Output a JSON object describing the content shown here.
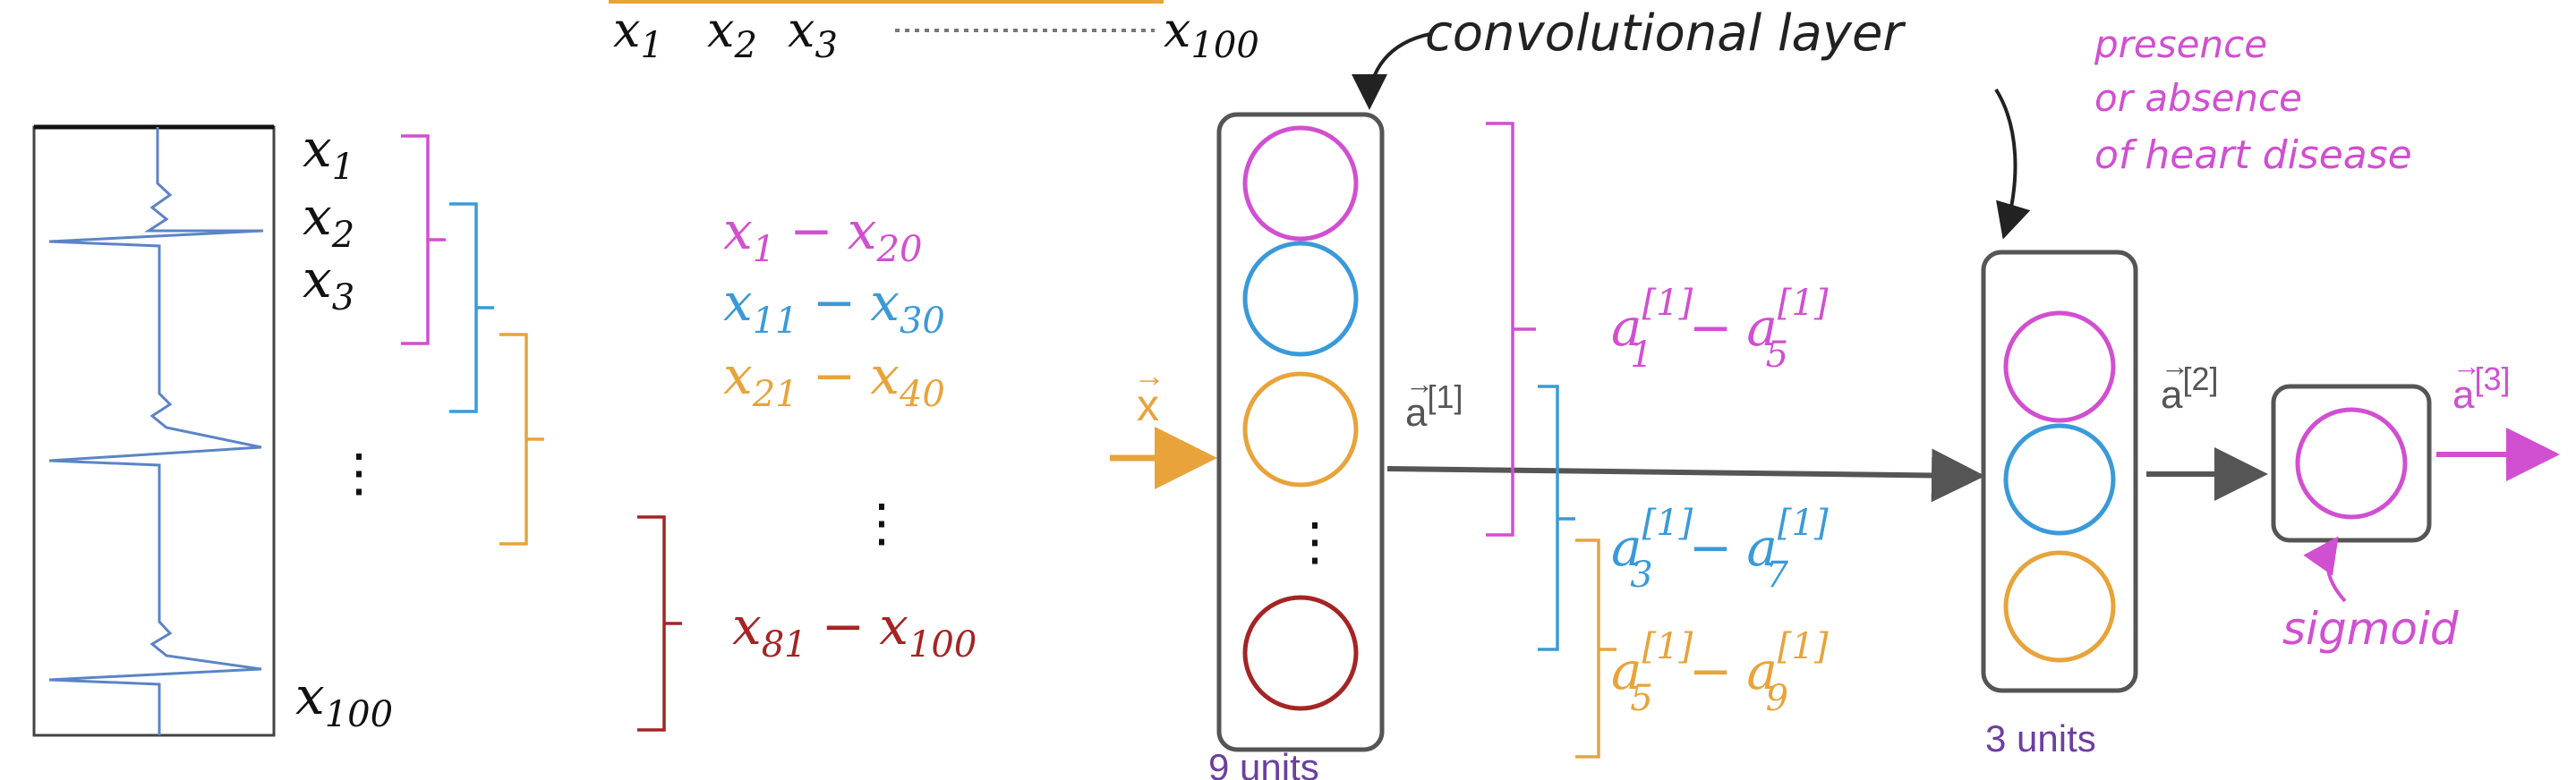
{
  "top_sequence": {
    "x1": "x",
    "x1_sub": "1",
    "x2": "x",
    "x2_sub": "2",
    "x3": "x",
    "x3_sub": "3",
    "x100": "x",
    "x100_sub": "100"
  },
  "signal_labels": [
    {
      "base": "x",
      "sub": "1"
    },
    {
      "base": "x",
      "sub": "2"
    },
    {
      "base": "x",
      "sub": "3"
    },
    {
      "base": "x",
      "sub": "100"
    }
  ],
  "ellipsis": "⋮",
  "windows": [
    {
      "from": "x",
      "from_sub": "1",
      "dash": "−",
      "to": "x",
      "to_sub": "20",
      "color": "#d14fd1"
    },
    {
      "from": "x",
      "from_sub": "11",
      "dash": "−",
      "to": "x",
      "to_sub": "30",
      "color": "#3a9ad9"
    },
    {
      "from": "x",
      "from_sub": "21",
      "dash": "−",
      "to": "x",
      "to_sub": "40",
      "color": "#e8a33a"
    },
    {
      "from": "x",
      "from_sub": "81",
      "dash": "−",
      "to": "x",
      "to_sub": "100",
      "color": "#a52424"
    }
  ],
  "input_label": "x",
  "input_arrow_glyph": "→",
  "layer1": {
    "units_label": "9 units",
    "out_label": "a",
    "out_sup": "[1]"
  },
  "conv_label": "convolutional layer",
  "activations": [
    {
      "a": "a",
      "sup": "[1]",
      "sub": "1",
      "dash": "−",
      "a2": "a",
      "sup2": "[1]",
      "sub2": "5",
      "color": "#d14fd1"
    },
    {
      "a": "a",
      "sup": "[1]",
      "sub": "3",
      "dash": "−",
      "a2": "a",
      "sup2": "[1]",
      "sub2": "7",
      "color": "#3a9ad9"
    },
    {
      "a": "a",
      "sup": "[1]",
      "sub": "5",
      "dash": "−",
      "a2": "a",
      "sup2": "[1]",
      "sub2": "9",
      "color": "#e8a33a"
    }
  ],
  "layer2": {
    "units_label": "3 units",
    "out_label": "a",
    "out_sup": "[2]"
  },
  "layer3": {
    "out_label": "a",
    "out_sup": "[3]",
    "activation": "sigmoid"
  },
  "output_note": [
    "presence",
    "or absence",
    "of heart disease"
  ],
  "colors": {
    "magenta": "#d14fd1",
    "blue": "#3a9ad9",
    "orange": "#e8a33a",
    "darkred": "#a52424",
    "gray": "#555555",
    "purple": "#6b3fa0"
  }
}
